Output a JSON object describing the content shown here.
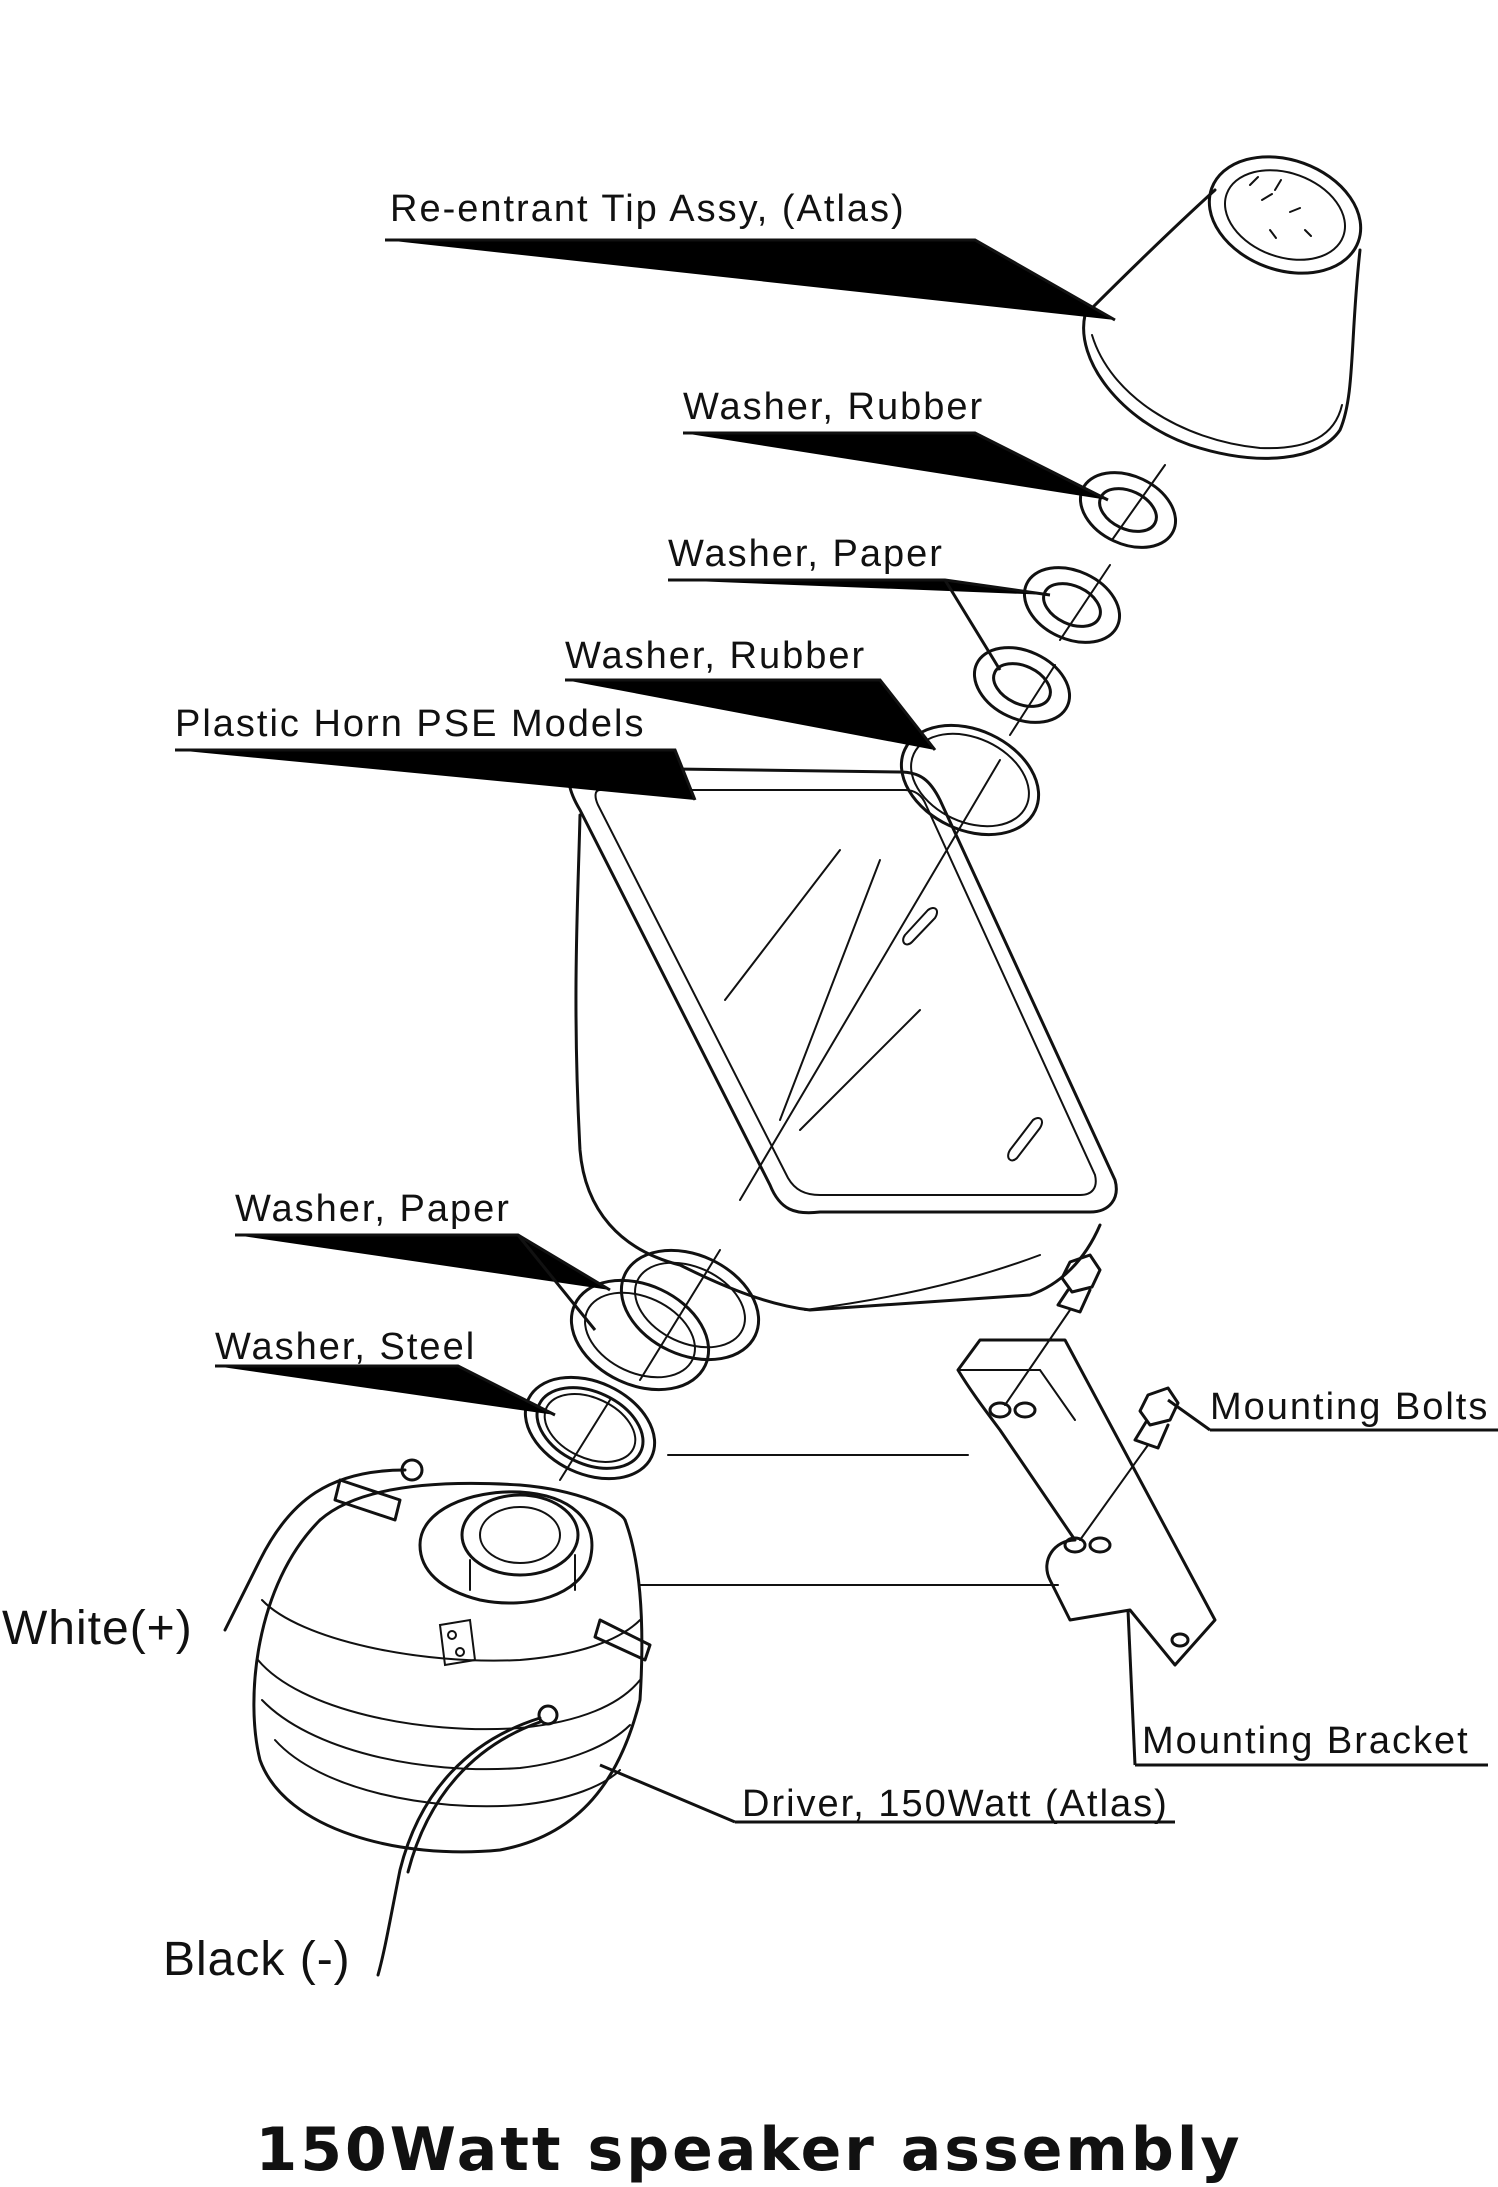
{
  "title": "150Watt speaker assembly",
  "labels": {
    "reentrant_tip": "Re-entrant Tip Assy, (Atlas)",
    "washer_rubber_top": "Washer, Rubber",
    "washer_paper_top": "Washer, Paper",
    "washer_rubber_mid": "Washer, Rubber",
    "plastic_horn": "Plastic Horn PSE Models",
    "washer_paper_bottom": "Washer, Paper",
    "washer_steel": "Washer, Steel",
    "mounting_bolts": "Mounting Bolts",
    "mounting_bracket": "Mounting Bracket",
    "driver": "Driver, 150Watt (Atlas)",
    "white_wire": "White(+)",
    "black_wire": "Black (-)"
  }
}
